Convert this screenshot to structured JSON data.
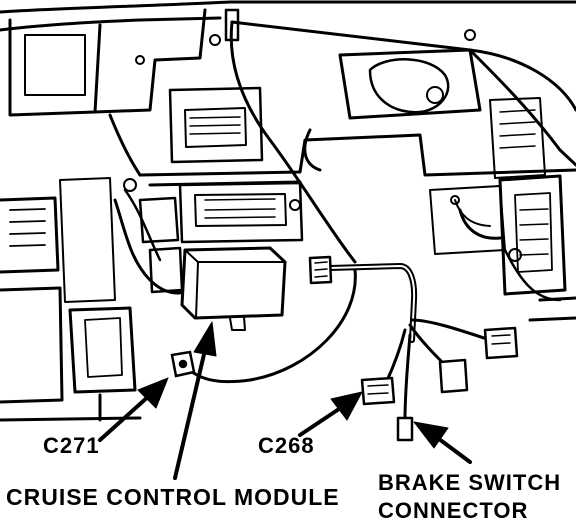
{
  "labels": {
    "c271": "C271",
    "c268": "C268",
    "cruise_module": "CRUISE CONTROL MODULE",
    "brake_line1": "BRAKE SWITCH",
    "brake_line2": "CONNECTOR"
  },
  "colors": {
    "ink": "#000000",
    "paper": "#ffffff"
  }
}
